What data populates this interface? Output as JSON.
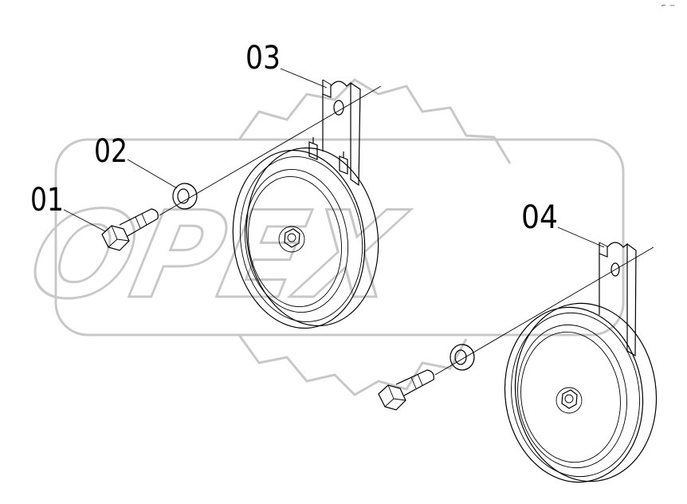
{
  "watermark": {
    "text": "OPEX",
    "color": "#c8c8c8"
  },
  "callouts": [
    {
      "id": "01",
      "label": "01"
    },
    {
      "id": "02",
      "label": "02"
    },
    {
      "id": "03",
      "label": "03"
    },
    {
      "id": "04",
      "label": "04"
    }
  ],
  "corner_mark": "⌐ ─"
}
